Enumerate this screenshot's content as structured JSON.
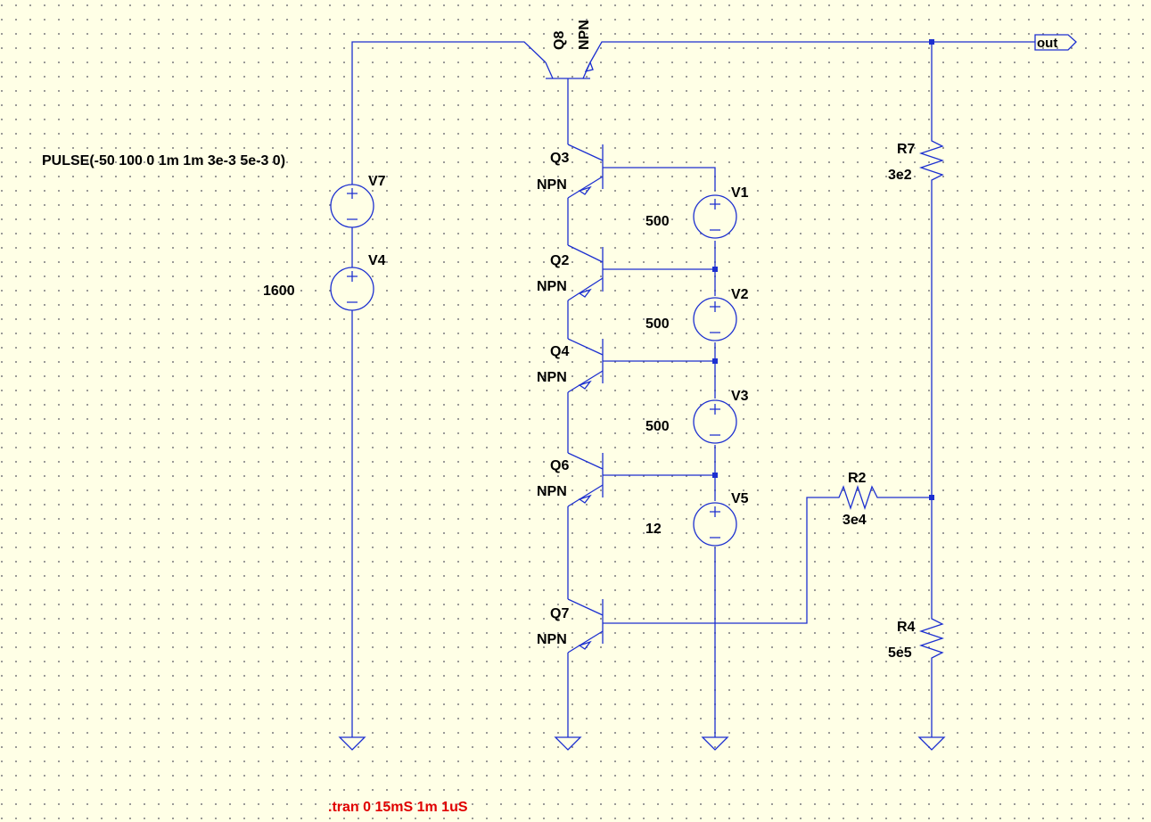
{
  "components": {
    "Q8": {
      "name": "Q8",
      "model": "NPN"
    },
    "Q3": {
      "name": "Q3",
      "model": "NPN"
    },
    "Q2": {
      "name": "Q2",
      "model": "NPN"
    },
    "Q4": {
      "name": "Q4",
      "model": "NPN"
    },
    "Q6": {
      "name": "Q6",
      "model": "NPN"
    },
    "Q7": {
      "name": "Q7",
      "model": "NPN"
    },
    "V7": {
      "name": "V7",
      "value": "PULSE(-50 100 0 1m 1m 3e-3 5e-3 0)"
    },
    "V4": {
      "name": "V4",
      "value": "1600"
    },
    "V1": {
      "name": "V1",
      "value": "500"
    },
    "V2": {
      "name": "V2",
      "value": "500"
    },
    "V3": {
      "name": "V3",
      "value": "500"
    },
    "V5": {
      "name": "V5",
      "value": "12"
    },
    "R7": {
      "name": "R7",
      "value": "3e2"
    },
    "R2": {
      "name": "R2",
      "value": "3e4"
    },
    "R4": {
      "name": "R4",
      "value": "5e5"
    }
  },
  "net_labels": {
    "out": "out"
  },
  "directive": ".tran 0 15mS 1m 1uS",
  "colors": {
    "wire": "#1c2fd0",
    "background": "#ffffe6",
    "directive": "#e00000",
    "text": "#000000"
  }
}
